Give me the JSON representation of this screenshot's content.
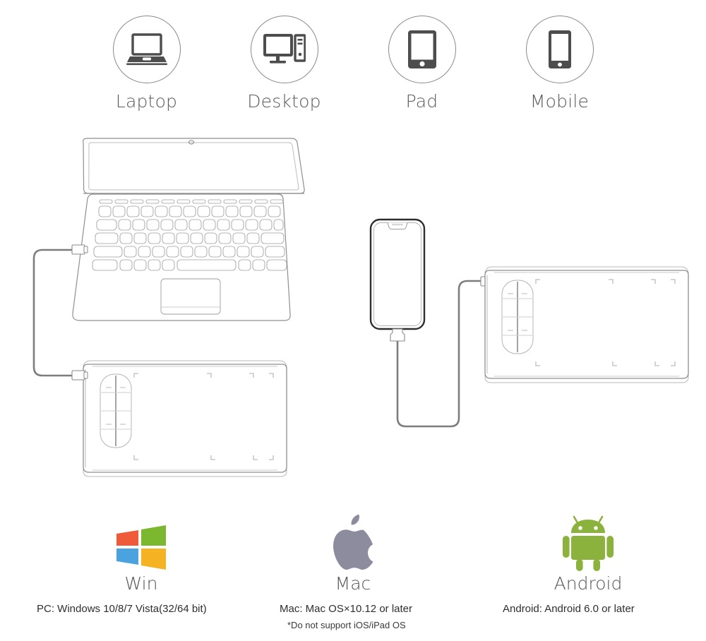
{
  "devices": [
    {
      "label": "Laptop",
      "icon": "laptop-icon"
    },
    {
      "label": "Desktop",
      "icon": "desktop-icon"
    },
    {
      "label": "Pad",
      "icon": "tablet-icon"
    },
    {
      "label": "Mobile",
      "icon": "smartphone-icon"
    }
  ],
  "illustration": {
    "left_scene": {
      "device": "open-laptop",
      "peripheral": "drawing-tablet",
      "connection": "usb-cable"
    },
    "right_scene": {
      "device": "smartphone",
      "peripheral": "drawing-tablet",
      "connection": "usb-cable"
    }
  },
  "os_support": [
    {
      "name": "Win",
      "logo": "windows-logo",
      "caption": "PC: Windows 10/8/7 Vista(32/64 bit)",
      "colors": {
        "tl": "#ee5a3a",
        "tr": "#7cb82f",
        "bl": "#4aa3df",
        "br": "#f5b323"
      }
    },
    {
      "name": "Mac",
      "logo": "apple-logo",
      "caption": "Mac: Mac OS×10.12 or later",
      "colors": {
        "mark": "#8c8c9e"
      }
    },
    {
      "name": "Android",
      "logo": "android-logo",
      "caption": "Android: Android 6.0 or later",
      "colors": {
        "mark": "#8ab23c"
      }
    }
  ],
  "note": "*Do not support iOS/iPad OS",
  "palette": {
    "icon_dark": "#4d4d4d",
    "outline": "#9a9a9a",
    "cable": "#7d7d7d",
    "text": "#4a4a4a"
  }
}
